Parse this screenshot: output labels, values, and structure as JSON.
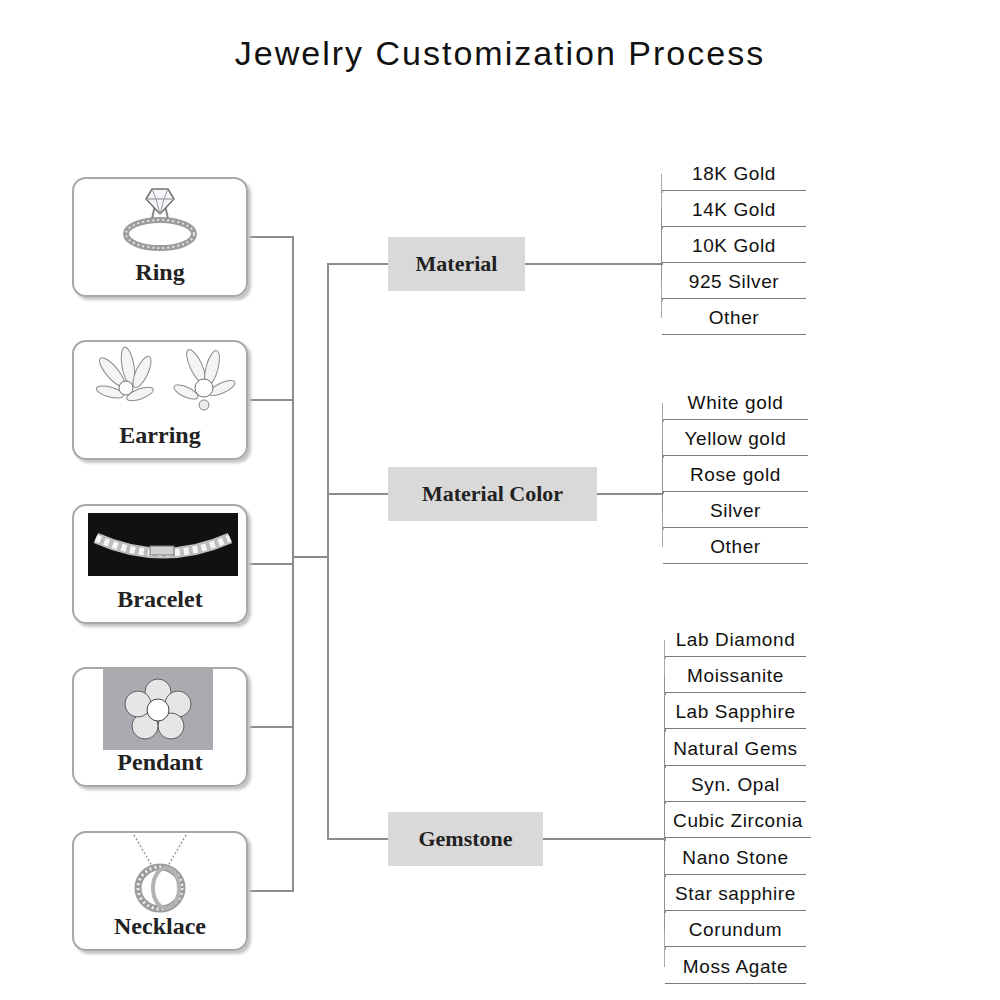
{
  "diagram": {
    "title": "Jewelry Customization Process",
    "nodes": [
      {
        "text": [
          "Ring"
        ]
      },
      {
        "text": [
          "Earring"
        ]
      },
      {
        "text": [
          "Bracelet"
        ]
      },
      {
        "text": [
          "Pendant"
        ]
      },
      {
        "text": [
          "Necklace"
        ]
      },
      {
        "text": [
          "Material"
        ]
      },
      {
        "text": [
          "18K Gold"
        ]
      },
      {
        "text": [
          "14K Gold"
        ]
      },
      {
        "text": [
          "10K Gold"
        ]
      },
      {
        "text": [
          "925 Silver"
        ]
      },
      {
        "text": [
          "Other"
        ]
      },
      {
        "text": [
          "Material Color"
        ]
      },
      {
        "text": [
          "White gold"
        ]
      },
      {
        "text": [
          "Yellow gold"
        ]
      },
      {
        "text": [
          "Rose gold"
        ]
      },
      {
        "text": [
          "Silver"
        ]
      },
      {
        "text": [
          "Other"
        ]
      },
      {
        "text": [
          "Gemstone"
        ]
      },
      {
        "text": [
          "Lab Diamond"
        ]
      },
      {
        "text": [
          "Moissanite"
        ]
      },
      {
        "text": [
          "Lab Sapphire"
        ]
      },
      {
        "text": [
          "Natural Gems"
        ]
      },
      {
        "text": [
          "Syn. Opal"
        ]
      },
      {
        "text": [
          "Cubic Zirconia"
        ]
      },
      {
        "text": [
          "Nano Stone"
        ]
      },
      {
        "text": [
          "Star sapphire"
        ]
      },
      {
        "text": [
          "Corundum"
        ]
      },
      {
        "text": [
          "Moss Agate"
        ]
      }
    ],
    "edges": [
      {
        "from": 0,
        "to": 5,
        "arrow": "none"
      },
      {
        "from": 0,
        "to": 11,
        "arrow": "none"
      },
      {
        "from": 0,
        "to": 17,
        "arrow": "none"
      },
      {
        "from": 1,
        "to": 5,
        "arrow": "none"
      },
      {
        "from": 1,
        "to": 11,
        "arrow": "none"
      },
      {
        "from": 1,
        "to": 17,
        "arrow": "none"
      },
      {
        "from": 2,
        "to": 5,
        "arrow": "none"
      },
      {
        "from": 2,
        "to": 11,
        "arrow": "none"
      },
      {
        "from": 2,
        "to": 17,
        "arrow": "none"
      },
      {
        "from": 3,
        "to": 5,
        "arrow": "none"
      },
      {
        "from": 3,
        "to": 11,
        "arrow": "none"
      },
      {
        "from": 3,
        "to": 17,
        "arrow": "none"
      },
      {
        "from": 4,
        "to": 5,
        "arrow": "none"
      },
      {
        "from": 4,
        "to": 11,
        "arrow": "none"
      },
      {
        "from": 4,
        "to": 17,
        "arrow": "none"
      },
      {
        "from": 5,
        "to": 6,
        "arrow": "none"
      },
      {
        "from": 5,
        "to": 7,
        "arrow": "none"
      },
      {
        "from": 5,
        "to": 8,
        "arrow": "none"
      },
      {
        "from": 5,
        "to": 9,
        "arrow": "none"
      },
      {
        "from": 5,
        "to": 10,
        "arrow": "none"
      },
      {
        "from": 11,
        "to": 12,
        "arrow": "none"
      },
      {
        "from": 11,
        "to": 13,
        "arrow": "none"
      },
      {
        "from": 11,
        "to": 14,
        "arrow": "none"
      },
      {
        "from": 11,
        "to": 15,
        "arrow": "none"
      },
      {
        "from": 11,
        "to": 16,
        "arrow": "none"
      },
      {
        "from": 17,
        "to": 18,
        "arrow": "none"
      },
      {
        "from": 17,
        "to": 19,
        "arrow": "none"
      },
      {
        "from": 17,
        "to": 20,
        "arrow": "none"
      },
      {
        "from": 17,
        "to": 21,
        "arrow": "none"
      },
      {
        "from": 17,
        "to": 22,
        "arrow": "none"
      },
      {
        "from": 17,
        "to": 23,
        "arrow": "none"
      },
      {
        "from": 17,
        "to": 24,
        "arrow": "none"
      },
      {
        "from": 17,
        "to": 25,
        "arrow": "none"
      },
      {
        "from": 17,
        "to": 26,
        "arrow": "none"
      },
      {
        "from": 17,
        "to": 27,
        "arrow": "none"
      }
    ]
  }
}
